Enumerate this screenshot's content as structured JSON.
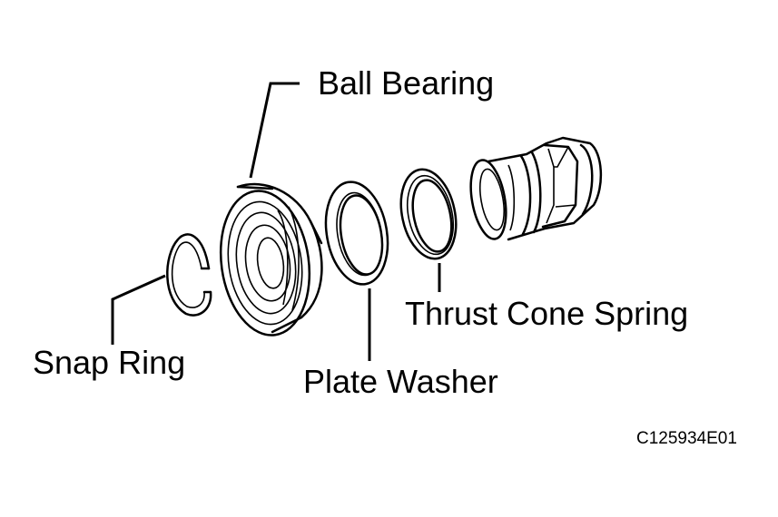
{
  "diagram": {
    "labels": {
      "ball_bearing": "Ball Bearing",
      "snap_ring": "Snap Ring",
      "plate_washer": "Plate Washer",
      "thrust_cone_spring": "Thrust Cone Spring"
    },
    "figure_code": "C125934E01"
  }
}
